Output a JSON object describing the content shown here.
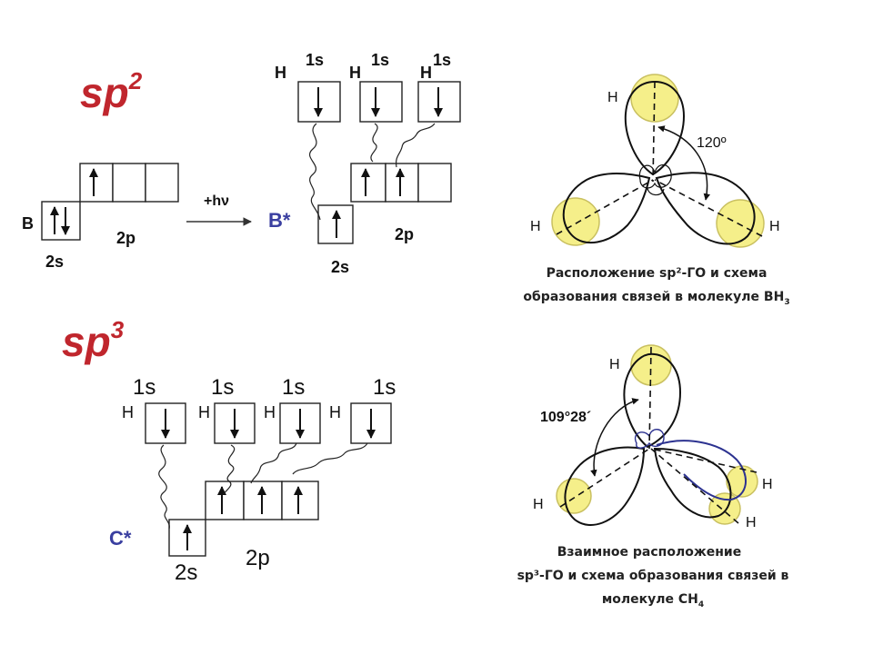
{
  "sp2": {
    "title": "sp",
    "title_sup": "2",
    "atom": "B",
    "excited_atom": "B*",
    "reaction": "+hν",
    "label_2s": "2s",
    "label_2p": "2p",
    "label_1s": "1s",
    "label_h": "H",
    "angle": "120º",
    "caption_line1": "Расположение sp²-ГО и схема",
    "caption_line2": "образования связей в молекуле BH",
    "caption_sub": "3"
  },
  "sp3": {
    "title": "sp",
    "title_sup": "3",
    "excited_atom": "C*",
    "label_2s": "2s",
    "label_2p": "2p",
    "label_1s": "1s",
    "label_h": "H",
    "angle": "109°28´",
    "caption_line1": "Взаимное расположение",
    "caption_line2": "sp³-ГО и схема образования связей в",
    "caption_line3": "молекуле CH",
    "caption_sub": "4"
  },
  "colors": {
    "title": "#c0262d",
    "excited_atom": "#3a3fa0",
    "hydrogen": "#f5ef8a"
  }
}
